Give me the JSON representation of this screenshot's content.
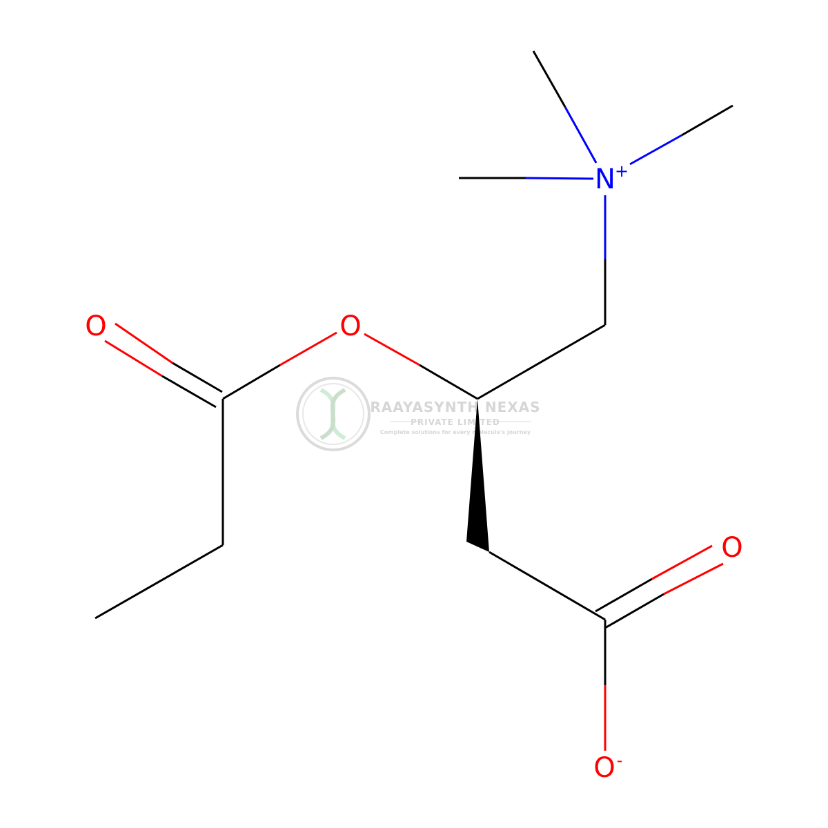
{
  "molecule": {
    "atoms": {
      "n": "N",
      "n_charge": "+",
      "o_ester": "O",
      "o_carbonyl_left": "O",
      "o_carbonyl_right": "O",
      "o_anion": "O",
      "o_anion_charge": "-"
    },
    "colors": {
      "bond": "#000000",
      "nitrogen": "#0000ff",
      "oxygen": "#ff0000"
    }
  },
  "watermark": {
    "company": "RAAYASYNTH NEXAS",
    "subtitle": "PRIVATE LIMITED",
    "tagline": "Complete solutions for every molecule's journey",
    "color": "#9fd8a8"
  }
}
